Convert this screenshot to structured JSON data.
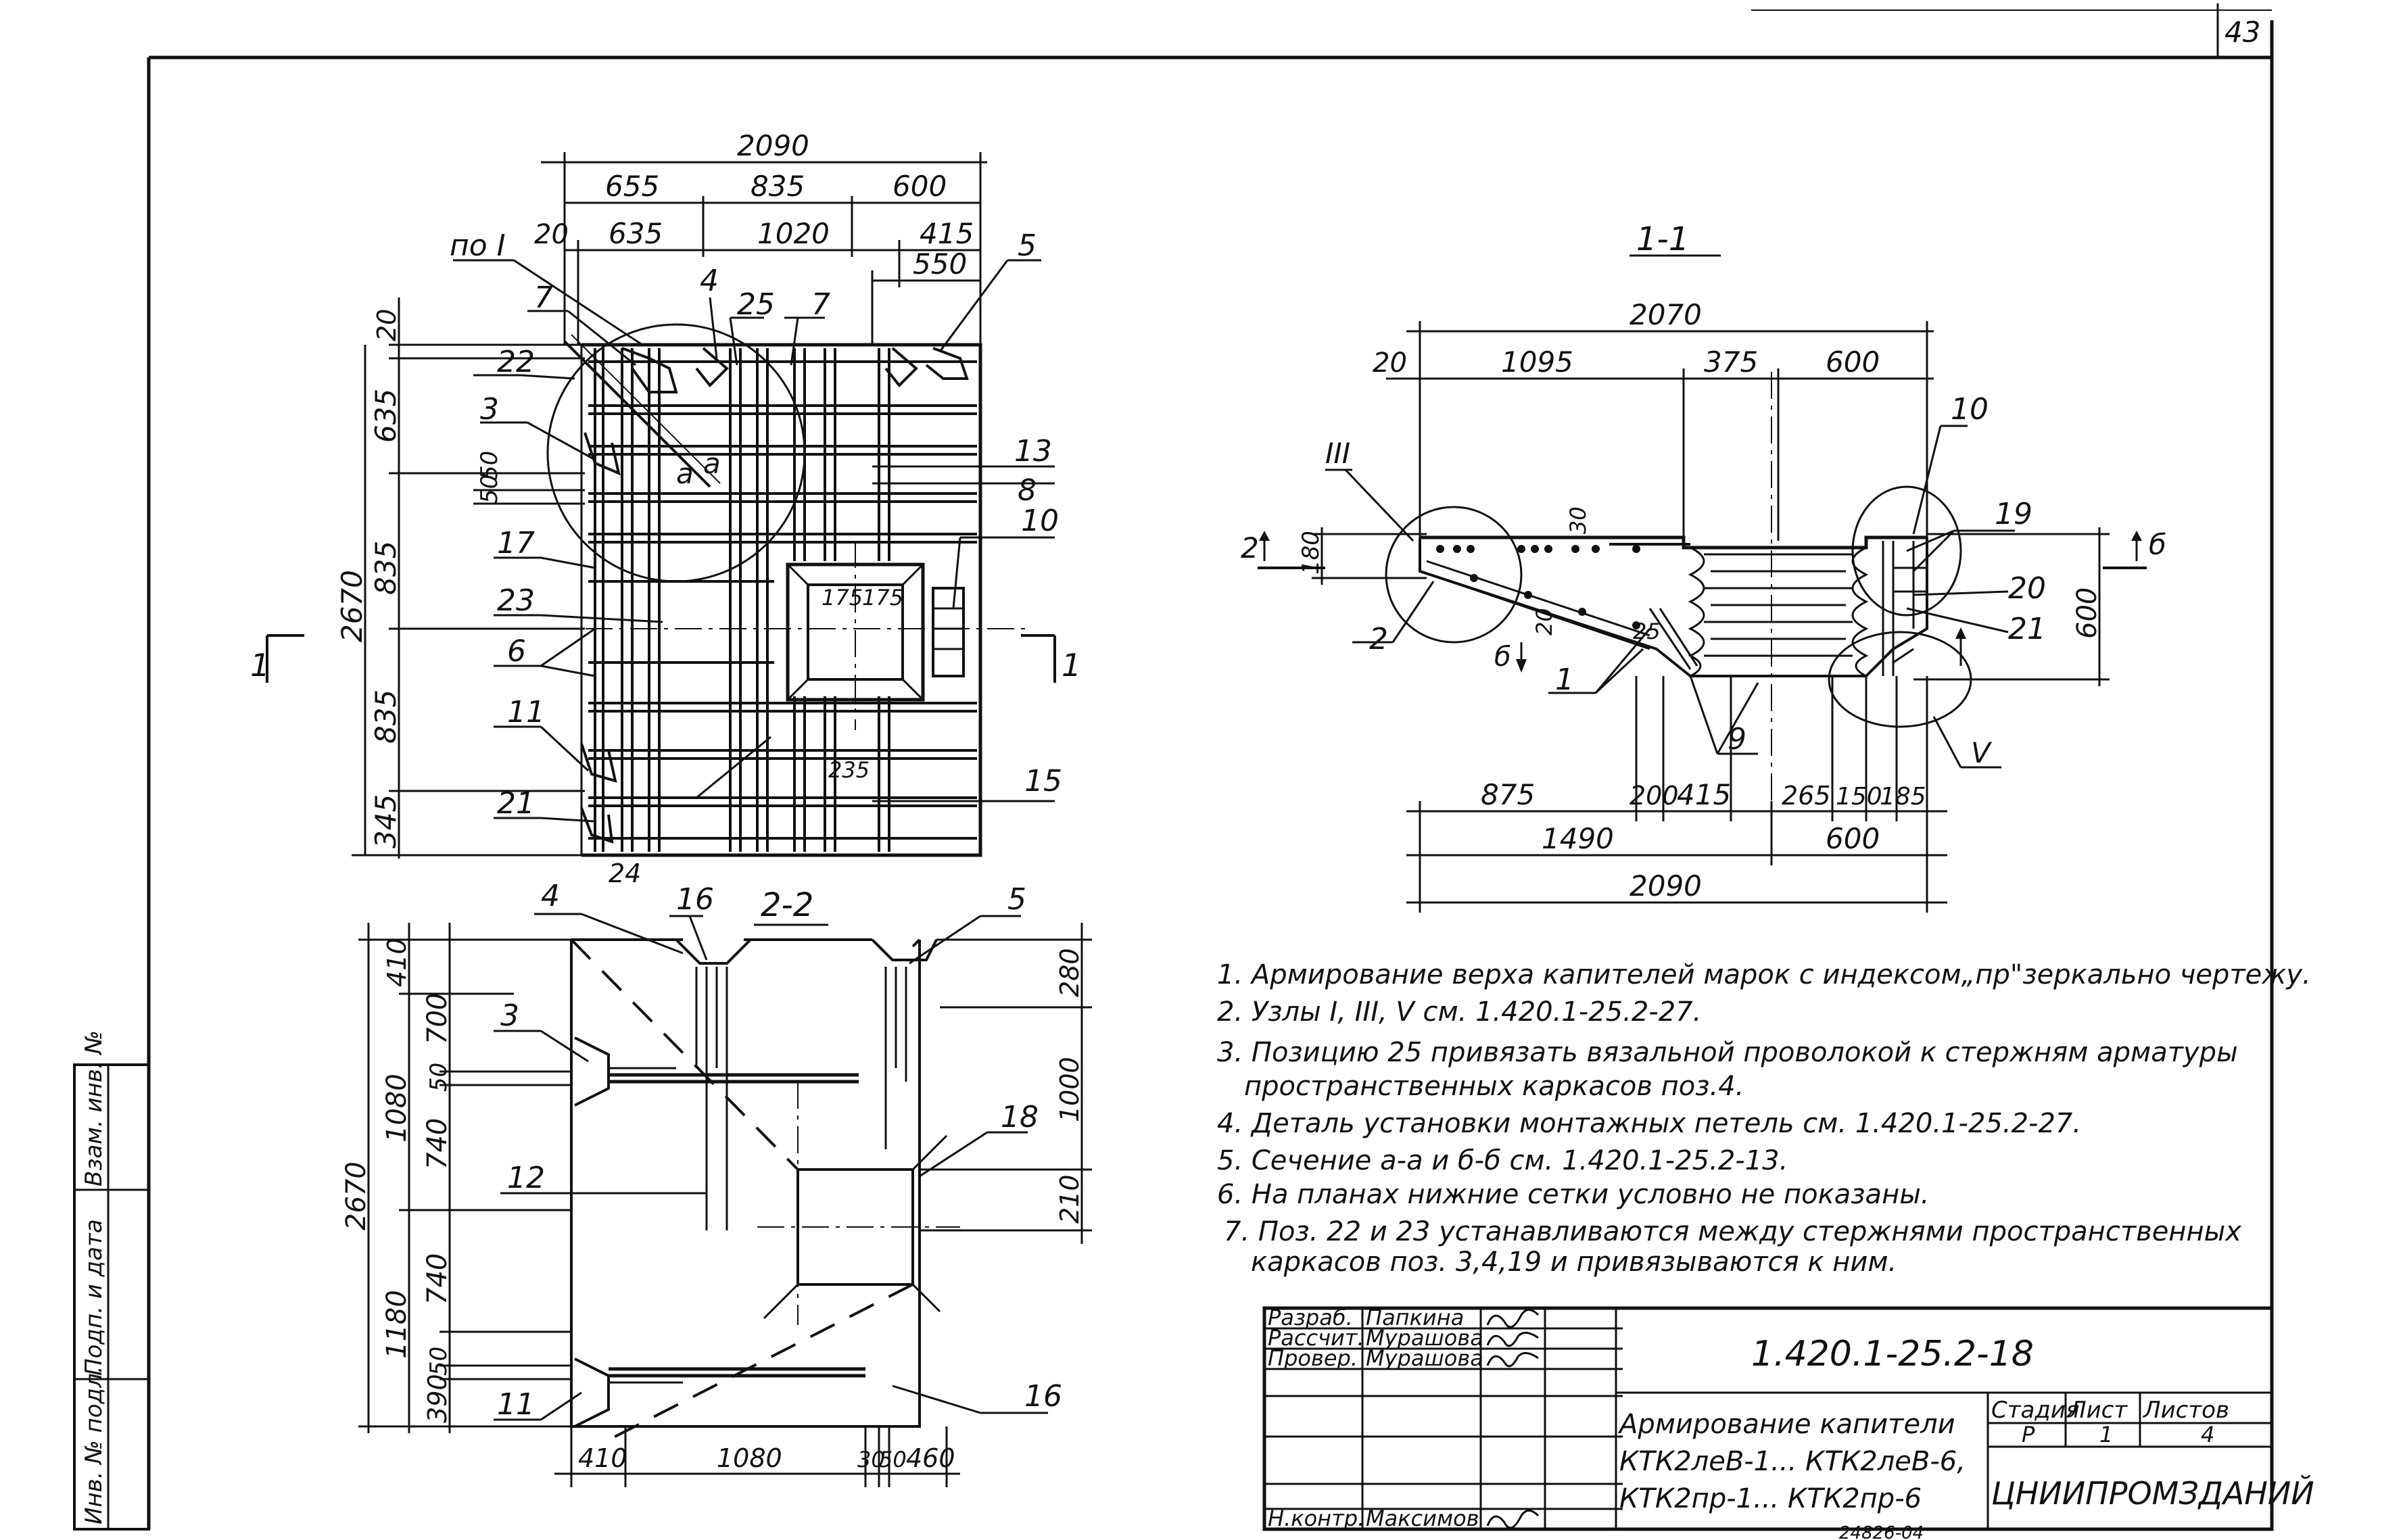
{
  "corner_number": "43",
  "plan": {
    "dims_top": [
      "2090",
      "655",
      "835",
      "600",
      "20",
      "635",
      "1020",
      "415",
      "550"
    ],
    "dims_left": [
      "20",
      "635",
      "50",
      "50",
      "835",
      "2670",
      "835",
      "345"
    ],
    "dims_inner": [
      "175",
      "175",
      "235",
      "24"
    ],
    "pos_labels": [
      "по I",
      "7",
      "4",
      "25",
      "7",
      "5",
      "22",
      "3",
      "13",
      "8",
      "10",
      "17",
      "23",
      "6",
      "11",
      "21",
      "15",
      "1",
      "1",
      "а",
      "а"
    ]
  },
  "section_22": {
    "title": "2-2",
    "dims_left": [
      "410",
      "700",
      "50",
      "1080",
      "740",
      "2670",
      "740",
      "1180",
      "50",
      "390"
    ],
    "dims_right": [
      "280",
      "1000",
      "210"
    ],
    "dims_bottom": [
      "410",
      "1080",
      "30",
      "50",
      "460"
    ],
    "pos_labels": [
      "4",
      "16",
      "5",
      "3",
      "18",
      "12",
      "11",
      "16"
    ]
  },
  "section_11": {
    "title": "1-1",
    "dims_top": [
      "2070",
      "20",
      "1095",
      "375",
      "600"
    ],
    "dims_side": [
      "180",
      "30",
      "20",
      "25",
      "600"
    ],
    "dims_bottom": [
      "875",
      "200",
      "415",
      "265",
      "150",
      "185",
      "1490",
      "600",
      "2090"
    ],
    "pos_labels": [
      "III",
      "2",
      "2",
      "10",
      "19",
      "20",
      "21",
      "1",
      "9",
      "V",
      "2",
      "2",
      "б",
      "б"
    ]
  },
  "notes": [
    "1. Армирование верха капителей марок с индексом„пр\"зеркально чертежу.",
    "2. Узлы I, III, V см. 1.420.1-25.2-27.",
    "3. Позицию 25 привязать вязальной проволокой к стержням арматуры",
    "пространственных каркасов поз.4.",
    "4. Деталь установки монтажных петель см. 1.420.1-25.2-27.",
    "5. Сечение а-а и б-б см. 1.420.1-25.2-13.",
    "6. На планах нижние сетки условно не показаны.",
    "7. Поз. 22 и 23 устанавливаются между стержнями пространственных",
    "каркасов поз. 3,4,19 и привязываются к ним."
  ],
  "side_stamp": [
    "Инв. № подл.",
    "Подп. и дата",
    "Взам. инв. №"
  ],
  "title_block": {
    "roles": [
      "Разраб.",
      "Рассчит.",
      "Провер.",
      "",
      "",
      "",
      "Н.контр."
    ],
    "names": [
      "Папкина",
      "Мурашова",
      "Мурашова",
      "",
      "",
      "",
      "Максимов"
    ],
    "drawing_code": "1.420.1-25.2-18",
    "title_line1": "Армирование капители",
    "title_line2": "КТК2леВ-1... КТК2леВ-6,",
    "title_line3": "КТК2пр-1... КТК2пр-6",
    "stage_label": "Стадия",
    "sheet_label": "Лист",
    "sheets_label": "Листов",
    "stage": "Р",
    "sheet": "1",
    "sheets": "4",
    "organization": "ЦНИИПРОМЗДАНИЙ",
    "bottom_code": "24826-04"
  }
}
